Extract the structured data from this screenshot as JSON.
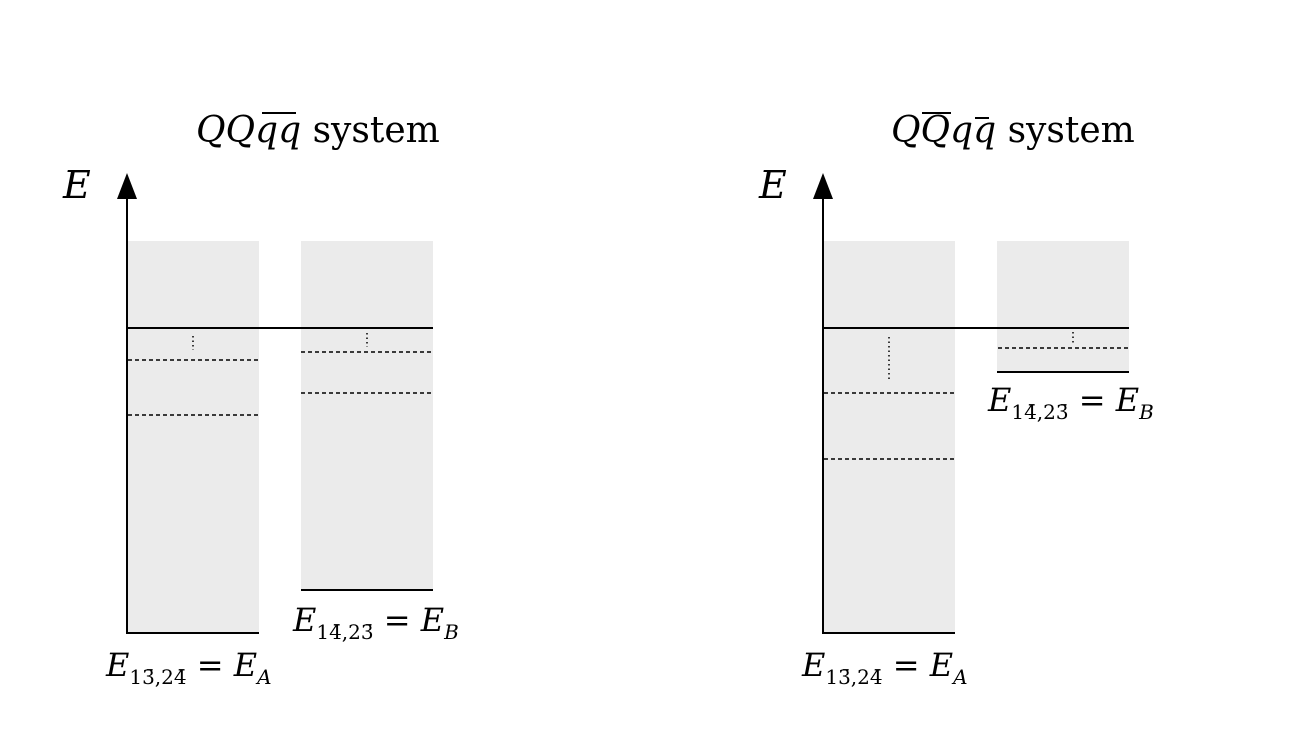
{
  "panels": [
    {
      "title": {
        "q1": "Q",
        "q2": "Q",
        "q3": "q",
        "q4": "q",
        "suffix": " system"
      },
      "axis_label": "E",
      "label_A": {
        "E": "E",
        "sub": "13̄,24̄",
        "eq": " = ",
        "rhsE": "E",
        "rhsSub": "A"
      },
      "label_B": {
        "E": "E",
        "sub": "14̄,23̄",
        "eq": " = ",
        "rhsE": "E",
        "rhsSub": "B"
      }
    },
    {
      "title": {
        "q1": "Q",
        "q2": "Q",
        "q3": "q",
        "q4": "q",
        "suffix": " system"
      },
      "axis_label": "E",
      "label_A": {
        "E": "E",
        "sub": "13̄,24̄",
        "eq": " = ",
        "rhsE": "E",
        "rhsSub": "A"
      },
      "label_B": {
        "E": "E",
        "sub": "14̄,23̄",
        "eq": " = ",
        "rhsE": "E",
        "rhsSub": "B"
      }
    }
  ],
  "colors": {
    "band_fill": "#ebebeb",
    "line": "#000000"
  }
}
